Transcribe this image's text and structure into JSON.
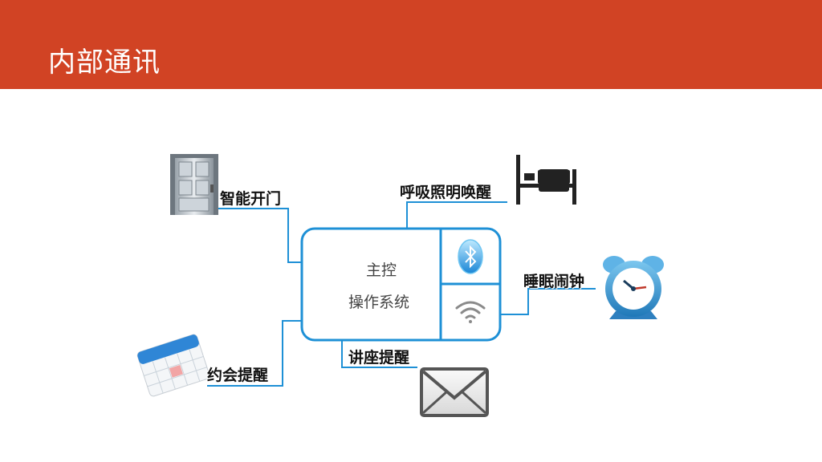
{
  "header": {
    "title": "内部通讯",
    "color": "#D14324"
  },
  "hub": {
    "line1": "主控",
    "line2": "操作系统",
    "icons": [
      "bluetooth-icon",
      "wifi-icon"
    ]
  },
  "nodes": {
    "door": {
      "label": "智能开门",
      "icon": "door-icon"
    },
    "light": {
      "label": "呼吸照明唤醒",
      "icon": "bed-icon"
    },
    "alarm": {
      "label": "睡眠闹钟",
      "icon": "alarm-clock-icon"
    },
    "calendar": {
      "label": "约会提醒",
      "icon": "calendar-icon"
    },
    "mail": {
      "label": "讲座提醒",
      "icon": "mail-icon"
    }
  },
  "colors": {
    "connector": "#1E90D6",
    "hub_border": "#1E90D6"
  }
}
